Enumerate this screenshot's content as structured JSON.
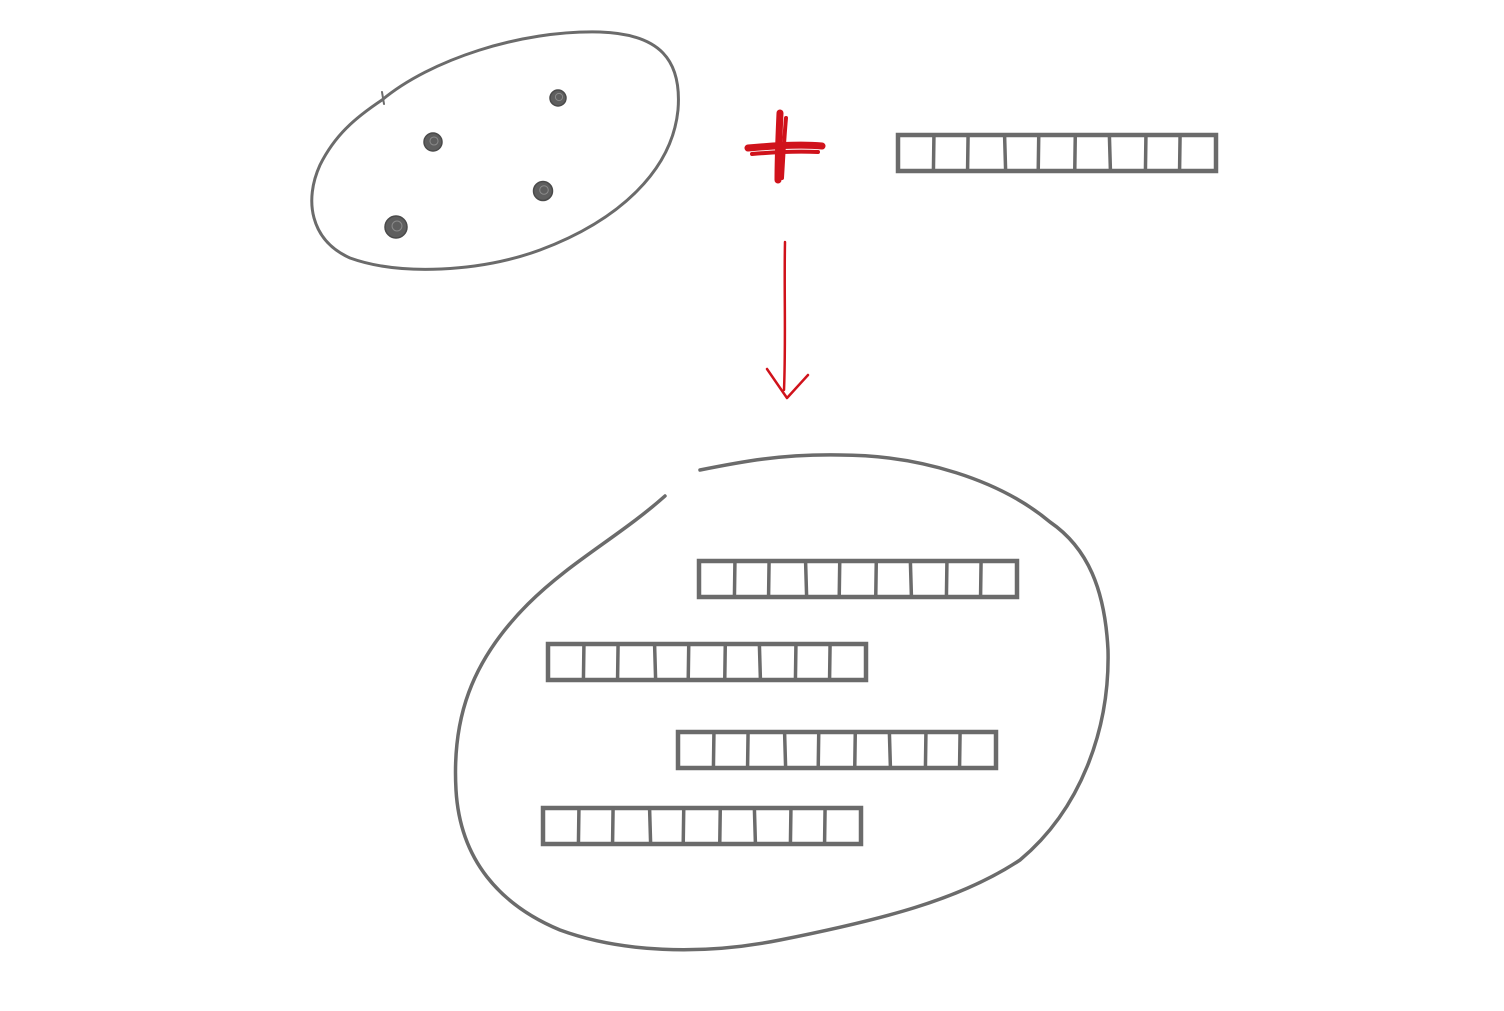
{
  "diagram": {
    "colors": {
      "stroke": "#6b6b6b",
      "accent": "#d0121b",
      "background": "#ffffff"
    },
    "source_set": {
      "shape": "ellipse",
      "dot_count": 4
    },
    "operator": {
      "symbol": "plus",
      "color": "#d0121b"
    },
    "array": {
      "cell_count": 9
    },
    "arrow": {
      "direction": "down",
      "color": "#d0121b"
    },
    "result_set": {
      "shape": "ellipse",
      "array_count": 4,
      "cells_per_array": 9
    }
  }
}
